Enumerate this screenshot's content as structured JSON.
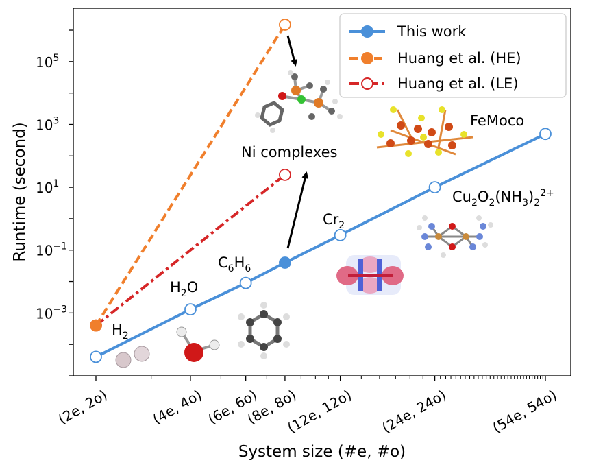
{
  "chart_data": {
    "type": "line",
    "xlabel": "System size (#e, #o)",
    "ylabel": "Runtime (second)",
    "x_scale": "log",
    "y_scale": "log",
    "ylim": [
      1e-05,
      5000000.0
    ],
    "x": [
      2,
      4,
      6,
      8,
      12,
      24,
      54
    ],
    "x_tick_labels": [
      "(2e, 2o)",
      "(4e, 4o)",
      "(6e, 6o)",
      "(8e, 8o)",
      "(12e, 12o)",
      "(24e, 24o)",
      "(54e, 54o)"
    ],
    "y_ticks": [
      0.001,
      0.1,
      10,
      1000,
      100000
    ],
    "y_tick_labels": [
      {
        "base": "10",
        "exp": "−3"
      },
      {
        "base": "10",
        "exp": "−1"
      },
      {
        "base": "10",
        "exp": "1"
      },
      {
        "base": "10",
        "exp": "3"
      },
      {
        "base": "10",
        "exp": "5"
      }
    ],
    "series": [
      {
        "name": "This work",
        "color": "#4a90d9",
        "line_style": "solid",
        "x": [
          2,
          4,
          6,
          8,
          12,
          24,
          54
        ],
        "y": [
          4e-05,
          0.0013,
          0.009,
          0.04,
          0.3,
          10,
          500
        ],
        "filled": [
          false,
          false,
          false,
          true,
          false,
          false,
          false
        ]
      },
      {
        "name": "Huang et al. (HE)",
        "color": "#f07f2c",
        "line_style": "dashed",
        "x": [
          2,
          8
        ],
        "y": [
          0.0004,
          1500000
        ],
        "filled": [
          true,
          false
        ]
      },
      {
        "name": "Huang et al. (LE)",
        "color": "#d62728",
        "line_style": "dashdot",
        "x": [
          2,
          8
        ],
        "y": [
          0.0004,
          25
        ],
        "filled": [
          true,
          false
        ]
      }
    ],
    "legend_position": "top-right",
    "annotations": {
      "h2": {
        "text": "H",
        "sub": "2"
      },
      "h2o": {
        "parts": [
          [
            "H",
            ""
          ],
          [
            "2",
            "sub"
          ],
          [
            "O",
            ""
          ]
        ]
      },
      "c6h6": {
        "parts": [
          [
            "C",
            ""
          ],
          [
            "6",
            "sub"
          ],
          [
            "H",
            ""
          ],
          [
            "6",
            "sub"
          ]
        ]
      },
      "cr2": {
        "parts": [
          [
            "Cr",
            ""
          ],
          [
            "2",
            "sub"
          ]
        ]
      },
      "cu": {
        "parts": [
          [
            "Cu",
            ""
          ],
          [
            "2",
            "sub"
          ],
          [
            "O",
            ""
          ],
          [
            "2",
            "sub"
          ],
          [
            "(NH",
            ""
          ],
          [
            "3",
            "sub"
          ],
          [
            ")",
            ""
          ],
          [
            "2",
            "sub"
          ],
          [
            "2+",
            "sup"
          ]
        ]
      },
      "femoco": "FeMoco",
      "ni": "Ni complexes"
    }
  }
}
